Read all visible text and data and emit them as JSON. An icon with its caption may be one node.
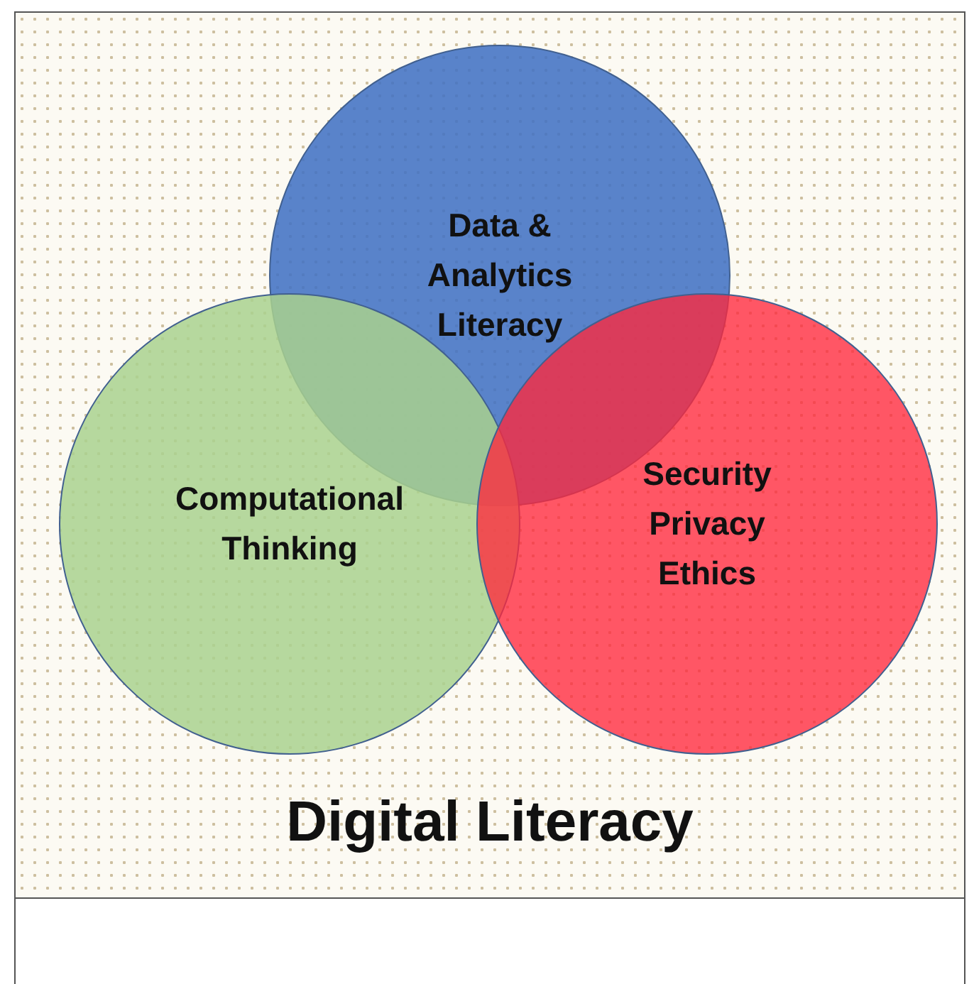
{
  "diagram": {
    "title": "Digital Literacy",
    "nodes": [
      {
        "text": [
          "Data & Analytics Literacy"
        ]
      },
      {
        "text": [
          "Computational Thinking"
        ]
      },
      {
        "text": [
          "Security Privacy Ethics"
        ]
      }
    ]
  }
}
